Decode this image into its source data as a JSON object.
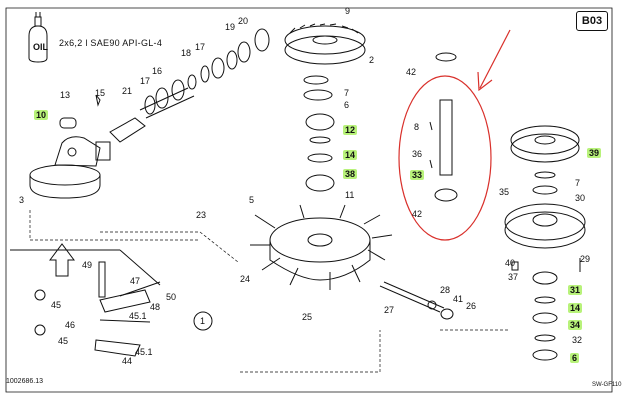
{
  "header": {
    "page_code": "B03",
    "spec": "2x6,2 l  SAE90  API-GL-4",
    "oil_can_text": "OIL"
  },
  "footer": {
    "doc_number": "1002686.13",
    "corner_code": "SW-GF110"
  },
  "colors": {
    "highlight": "#b8f27a",
    "annotation": "#d9302b",
    "ink": "#111111"
  },
  "parts": {
    "p13": "13",
    "p10": "10",
    "p3": "3",
    "p15": "15",
    "p21": "21",
    "p17a": "17",
    "p16": "16",
    "p18": "18",
    "p17b": "17",
    "p19": "19",
    "p20": "20",
    "p9": "9",
    "p2": "2",
    "p7a": "7",
    "p6a": "6",
    "p12": "12",
    "p14a": "14",
    "p38": "38",
    "p11": "11",
    "p23": "23",
    "p5": "5",
    "p24": "24",
    "p25": "25",
    "p1": "1",
    "p49": "49",
    "p45a": "45",
    "p46": "46",
    "p47": "47",
    "p48": "48",
    "p50": "50",
    "p45_1a": "45.1",
    "p45b": "45",
    "p44": "44",
    "p45_1b": "45.1",
    "p42a": "42",
    "p8": "8",
    "p36": "36",
    "p33": "33",
    "p42b": "42",
    "p27": "27",
    "p28": "28",
    "p41": "41",
    "p26": "26",
    "p39": "39",
    "p7b": "7",
    "p30": "30",
    "p35": "35",
    "p40": "40",
    "p37": "37",
    "p29": "29",
    "p31": "31",
    "p14b": "14",
    "p34": "34",
    "p32": "32",
    "p6b": "6"
  }
}
